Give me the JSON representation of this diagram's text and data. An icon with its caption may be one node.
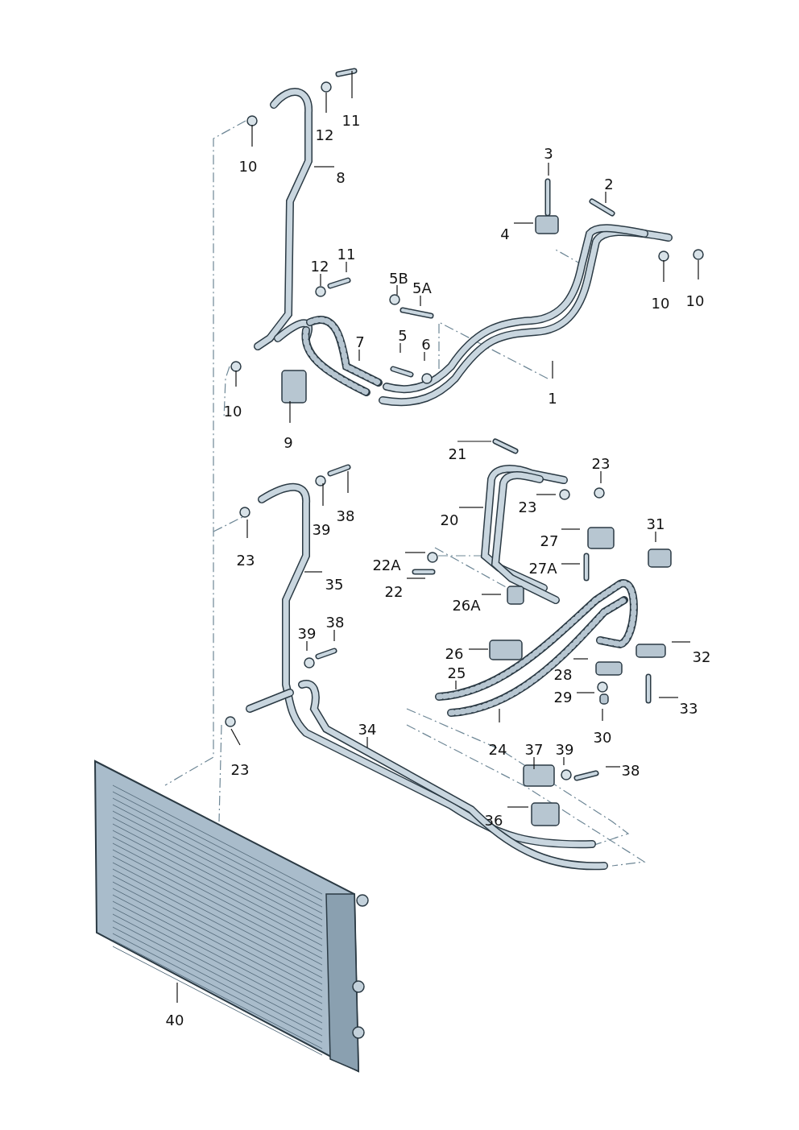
{
  "diagram": {
    "nodes": [
      {
        "text": [
          "11"
        ]
      },
      {
        "text": [
          "12"
        ]
      },
      {
        "text": [
          "10"
        ]
      },
      {
        "text": [
          "8"
        ]
      },
      {
        "text": [
          "3"
        ]
      },
      {
        "text": [
          "2"
        ]
      },
      {
        "text": [
          "4"
        ]
      },
      {
        "text": [
          "10"
        ]
      },
      {
        "text": [
          "10"
        ]
      },
      {
        "text": [
          "12"
        ]
      },
      {
        "text": [
          "11"
        ]
      },
      {
        "text": [
          "5B"
        ]
      },
      {
        "text": [
          "5A"
        ]
      },
      {
        "text": [
          "5"
        ]
      },
      {
        "text": [
          "6"
        ]
      },
      {
        "text": [
          "7"
        ]
      },
      {
        "text": [
          "1"
        ]
      },
      {
        "text": [
          "10"
        ]
      },
      {
        "text": [
          "9"
        ]
      },
      {
        "text": [
          "21"
        ]
      },
      {
        "text": [
          "23"
        ]
      },
      {
        "text": [
          "23"
        ]
      },
      {
        "text": [
          "20"
        ]
      },
      {
        "text": [
          "39"
        ]
      },
      {
        "text": [
          "38"
        ]
      },
      {
        "text": [
          "23"
        ]
      },
      {
        "text": [
          "27"
        ]
      },
      {
        "text": [
          "31"
        ]
      },
      {
        "text": [
          "22A"
        ]
      },
      {
        "text": [
          "22"
        ]
      },
      {
        "text": [
          "27A"
        ]
      },
      {
        "text": [
          "35"
        ]
      },
      {
        "text": [
          "26A"
        ]
      },
      {
        "text": [
          "26"
        ]
      },
      {
        "text": [
          "39"
        ]
      },
      {
        "text": [
          "38"
        ]
      },
      {
        "text": [
          "32"
        ]
      },
      {
        "text": [
          "25"
        ]
      },
      {
        "text": [
          "28"
        ]
      },
      {
        "text": [
          "29"
        ]
      },
      {
        "text": [
          "33"
        ]
      },
      {
        "text": [
          "30"
        ]
      },
      {
        "text": [
          "34"
        ]
      },
      {
        "text": [
          "23"
        ]
      },
      {
        "text": [
          "24"
        ]
      },
      {
        "text": [
          "37"
        ]
      },
      {
        "text": [
          "39"
        ]
      },
      {
        "text": [
          "38"
        ]
      },
      {
        "text": [
          "36"
        ]
      },
      {
        "text": [
          "40"
        ]
      }
    ],
    "edges": [
      {
        "from": 0,
        "to": null,
        "arrow": "none"
      },
      {
        "from": 1,
        "to": null,
        "arrow": "none"
      },
      {
        "from": 2,
        "to": null,
        "arrow": "none"
      },
      {
        "from": 3,
        "to": null,
        "arrow": "none"
      },
      {
        "from": 4,
        "to": null,
        "arrow": "none"
      },
      {
        "from": 5,
        "to": null,
        "arrow": "none"
      },
      {
        "from": 6,
        "to": null,
        "arrow": "none"
      },
      {
        "from": 7,
        "to": null,
        "arrow": "none"
      },
      {
        "from": 8,
        "to": null,
        "arrow": "none"
      },
      {
        "from": 9,
        "to": null,
        "arrow": "none"
      },
      {
        "from": 10,
        "to": null,
        "arrow": "none"
      },
      {
        "from": 11,
        "to": null,
        "arrow": "none"
      },
      {
        "from": 12,
        "to": null,
        "arrow": "none"
      },
      {
        "from": 13,
        "to": null,
        "arrow": "none"
      },
      {
        "from": 14,
        "to": null,
        "arrow": "none"
      },
      {
        "from": 15,
        "to": null,
        "arrow": "none"
      },
      {
        "from": 16,
        "to": null,
        "arrow": "none"
      },
      {
        "from": 17,
        "to": null,
        "arrow": "none"
      },
      {
        "from": 18,
        "to": null,
        "arrow": "none"
      },
      {
        "from": 19,
        "to": null,
        "arrow": "none"
      },
      {
        "from": 20,
        "to": null,
        "arrow": "none"
      },
      {
        "from": 21,
        "to": null,
        "arrow": "none"
      },
      {
        "from": 22,
        "to": null,
        "arrow": "none"
      },
      {
        "from": 23,
        "to": null,
        "arrow": "none"
      },
      {
        "from": 24,
        "to": null,
        "arrow": "none"
      },
      {
        "from": 25,
        "to": null,
        "arrow": "none"
      },
      {
        "from": 26,
        "to": null,
        "arrow": "none"
      },
      {
        "from": 27,
        "to": null,
        "arrow": "none"
      },
      {
        "from": 28,
        "to": null,
        "arrow": "none"
      },
      {
        "from": 29,
        "to": null,
        "arrow": "none"
      },
      {
        "from": 30,
        "to": null,
        "arrow": "none"
      },
      {
        "from": 31,
        "to": null,
        "arrow": "none"
      },
      {
        "from": 32,
        "to": null,
        "arrow": "none"
      },
      {
        "from": 33,
        "to": null,
        "arrow": "none"
      },
      {
        "from": 34,
        "to": null,
        "arrow": "none"
      },
      {
        "from": 35,
        "to": null,
        "arrow": "none"
      },
      {
        "from": 36,
        "to": null,
        "arrow": "none"
      },
      {
        "from": 37,
        "to": null,
        "arrow": "none"
      },
      {
        "from": 38,
        "to": null,
        "arrow": "none"
      },
      {
        "from": 39,
        "to": null,
        "arrow": "none"
      },
      {
        "from": 40,
        "to": null,
        "arrow": "none"
      },
      {
        "from": 41,
        "to": null,
        "arrow": "none"
      },
      {
        "from": 42,
        "to": null,
        "arrow": "none"
      },
      {
        "from": 43,
        "to": null,
        "arrow": "none"
      },
      {
        "from": 44,
        "to": null,
        "arrow": "none"
      },
      {
        "from": 45,
        "to": null,
        "arrow": "none"
      },
      {
        "from": 46,
        "to": null,
        "arrow": "none"
      },
      {
        "from": 47,
        "to": null,
        "arrow": "none"
      },
      {
        "from": 48,
        "to": null,
        "arrow": "none"
      },
      {
        "from": 49,
        "to": null,
        "arrow": "none"
      }
    ]
  }
}
